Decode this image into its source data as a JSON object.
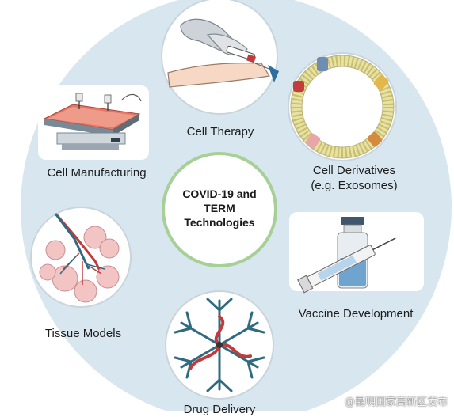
{
  "diagram": {
    "center": {
      "lines": [
        "COVID-19 and",
        "TERM",
        "Technologies"
      ]
    },
    "items": [
      {
        "id": "cell-therapy",
        "label": "Cell Therapy",
        "icon": "syringe-arm-icon"
      },
      {
        "id": "cell-derivatives",
        "label_lines": [
          "Cell Derivatives",
          "(e.g. Exosomes)"
        ],
        "icon": "exosome-icon"
      },
      {
        "id": "vaccine-development",
        "label": "Vaccine Development",
        "icon": "vaccine-vial-icon"
      },
      {
        "id": "drug-delivery",
        "label": "Drug Delivery",
        "icon": "dendrimer-icon"
      },
      {
        "id": "tissue-models",
        "label": "Tissue Models",
        "icon": "lung-tissue-icon"
      },
      {
        "id": "cell-manufacturing",
        "label": "Cell Manufacturing",
        "icon": "bioprinter-icon"
      }
    ]
  },
  "watermark": "@昆明国家高新区发布",
  "colors": {
    "big_circle": "#d8e6ef",
    "center_ring": "#9ccc8c",
    "accent_red": "#c33a3a",
    "accent_teal": "#2f6b80"
  }
}
